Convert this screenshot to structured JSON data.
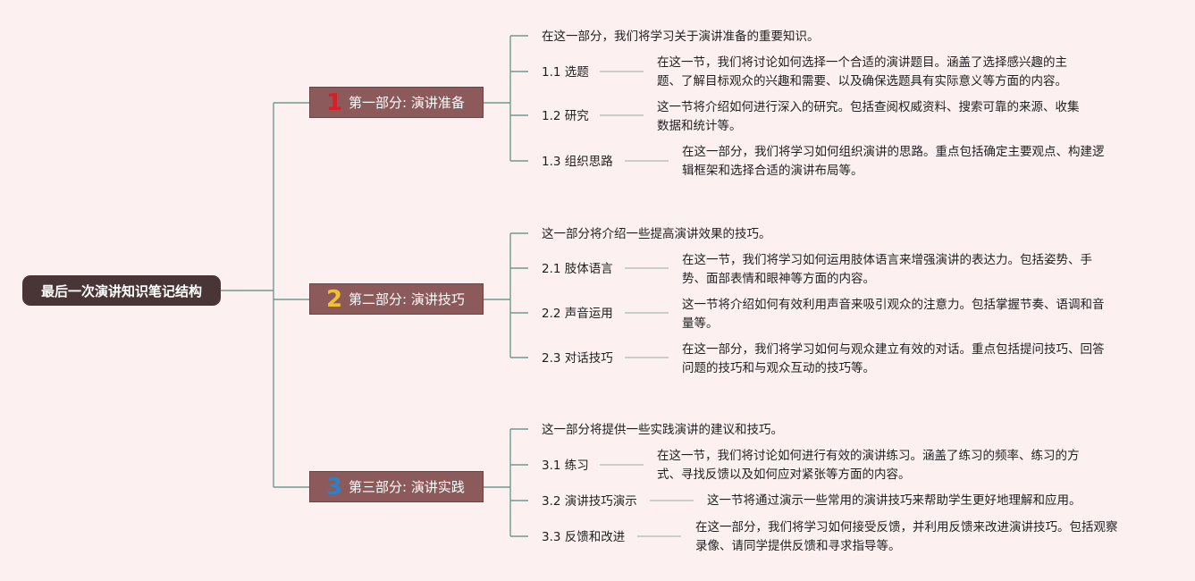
{
  "root": {
    "label": "最后一次演讲知识笔记结构"
  },
  "sections": [
    {
      "number": "1",
      "label": "第一部分: 演讲准备",
      "intro": "在这一部分，我们将学习关于演讲准备的重要知识。",
      "subsections": [
        {
          "label": "1.1 选题",
          "desc_lines": [
            "在这一节，我们将讨论如何选择一个合适的演讲题目。涵盖了选择感兴趣的主",
            "题、了解目标观众的兴趣和需要、以及确保选题具有实际意义等方面的内容。"
          ]
        },
        {
          "label": "1.2 研究",
          "desc_lines": [
            "这一节将介绍如何进行深入的研究。包括查阅权威资料、搜索可靠的来源、收集",
            "数据和统计等。"
          ]
        },
        {
          "label": "1.3 组织思路",
          "desc_lines": [
            "在这一部分，我们将学习如何组织演讲的思路。重点包括确定主要观点、构建逻",
            "辑框架和选择合适的演讲布局等。"
          ]
        }
      ]
    },
    {
      "number": "2",
      "label": "第二部分: 演讲技巧",
      "intro": "这一部分将介绍一些提高演讲效果的技巧。",
      "subsections": [
        {
          "label": "2.1 肢体语言",
          "desc_lines": [
            "在这一节，我们将学习如何运用肢体语言来增强演讲的表达力。包括姿势、手",
            "势、面部表情和眼神等方面的内容。"
          ]
        },
        {
          "label": "2.2 声音运用",
          "desc_lines": [
            "这一节将介绍如何有效利用声音来吸引观众的注意力。包括掌握节奏、语调和音",
            "量等。"
          ]
        },
        {
          "label": "2.3 对话技巧",
          "desc_lines": [
            "在这一部分，我们将学习如何与观众建立有效的对话。重点包括提问技巧、回答",
            "问题的技巧和与观众互动的技巧等。"
          ]
        }
      ]
    },
    {
      "number": "3",
      "label": "第三部分: 演讲实践",
      "intro": "这一部分将提供一些实践演讲的建议和技巧。",
      "subsections": [
        {
          "label": "3.1 练习",
          "desc_lines": [
            "在这一节，我们将讨论如何进行有效的演讲练习。涵盖了练习的频率、练习的方",
            "式、寻找反馈以及如何应对紧张等方面的内容。"
          ]
        },
        {
          "label": "3.2 演讲技巧演示",
          "desc_lines": [
            "这一节将通过演示一些常用的演讲技巧来帮助学生更好地理解和应用。"
          ]
        },
        {
          "label": "3.3 反馈和改进",
          "desc_lines": [
            "在这一部分，我们将学习如何接受反馈，并利用反馈来改进演讲技巧。包括观察",
            "录像、请同学提供反馈和寻求指导等。"
          ]
        }
      ]
    }
  ],
  "colors": {
    "background": "#fcf0f0",
    "root": "#4a3536",
    "section": "#8c5a5b",
    "connector": "#6f9a8e",
    "leaf_line": "#a8b8b2"
  }
}
